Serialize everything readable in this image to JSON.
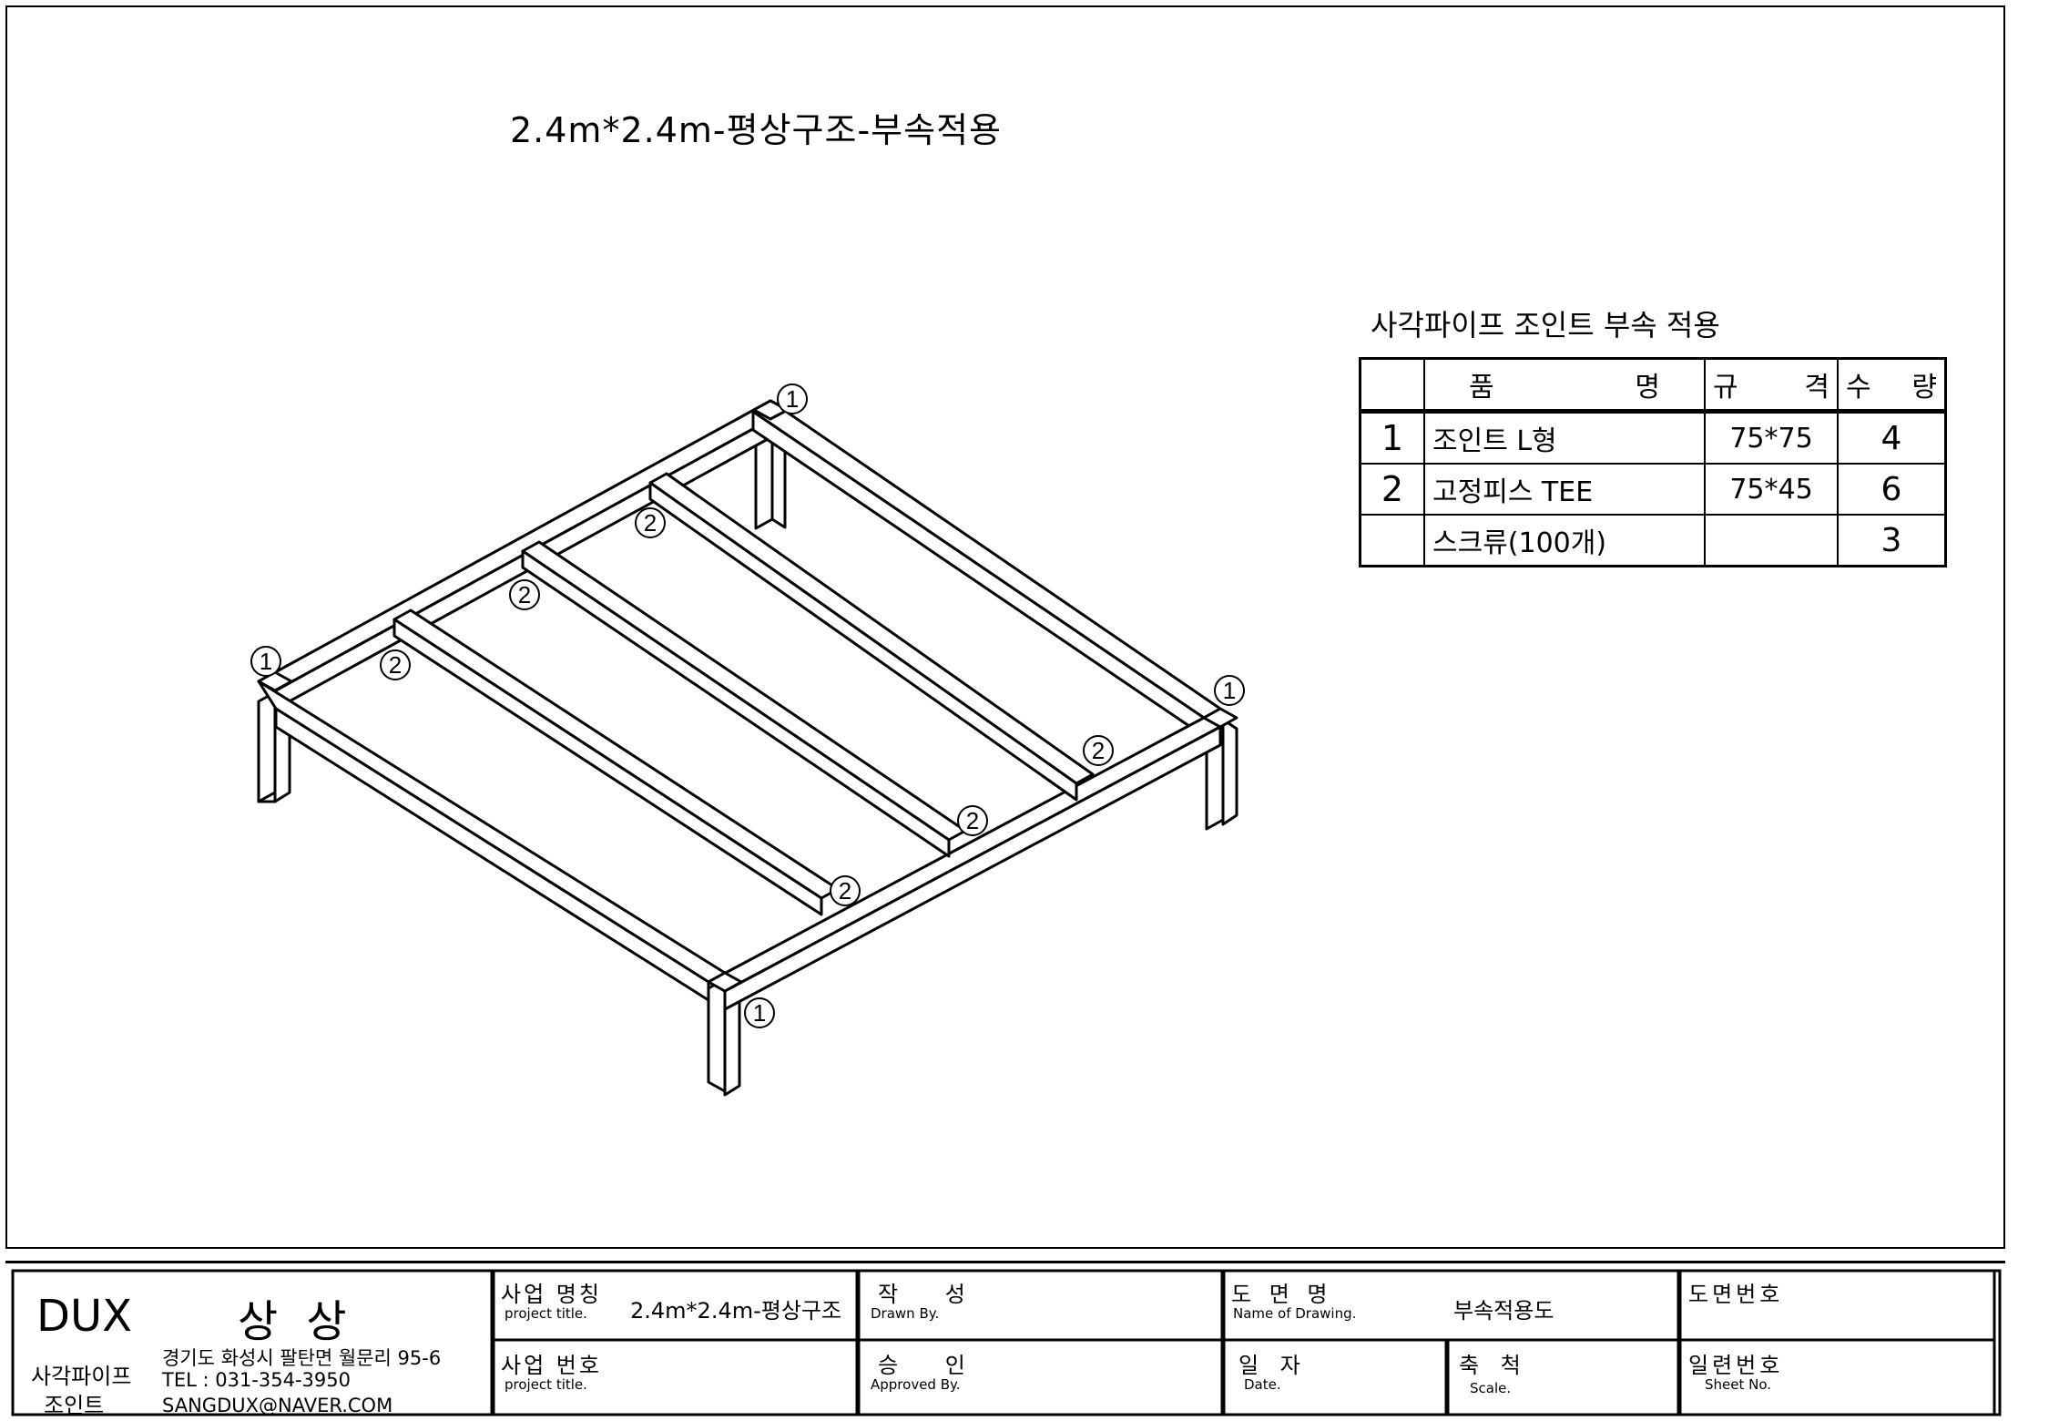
{
  "drawing": {
    "title": "2.4m*2.4m-평상구조-부속적용",
    "callouts": [
      "1",
      "2"
    ]
  },
  "parts_table": {
    "caption": "사각파이프 조인트 부속 적용",
    "headers": {
      "name": [
        "품",
        "명"
      ],
      "spec": [
        "규",
        "격"
      ],
      "qty": [
        "수",
        "량"
      ]
    },
    "rows": [
      {
        "no": "1",
        "name": "조인트 L형",
        "spec": "75*75",
        "qty": "4"
      },
      {
        "no": "2",
        "name": "고정피스 TEE",
        "spec": "75*45",
        "qty": "6"
      },
      {
        "no": "",
        "name": "스크류(100개)",
        "spec": "",
        "qty": "3"
      }
    ]
  },
  "title_block": {
    "company": {
      "brand": "DUX",
      "name": "상 상",
      "product_line1": "사각파이프",
      "product_line2": "조인트",
      "address": "경기도 화성시 팔탄면 월문리 95-6",
      "tel": "TEL : 031-354-3950",
      "email": "SANGDUX@NAVER.COM"
    },
    "project_name": {
      "label": "사업 명칭",
      "sub": "project title.",
      "value": "2.4m*2.4m-평상구조"
    },
    "project_no": {
      "label": "사업 번호",
      "sub": "project title.",
      "value": ""
    },
    "drawn_by": {
      "label": "작 성",
      "sub": "Drawn By."
    },
    "approved_by": {
      "label": "승 인",
      "sub": "Approved By."
    },
    "drawing_name": {
      "label": "도 면 명",
      "sub": "Name of Drawing.",
      "value": "부속적용도"
    },
    "date": {
      "label": "일 자",
      "sub": "Date."
    },
    "scale": {
      "label": "축 척",
      "sub": "Scale."
    },
    "drawing_no": {
      "label": "도면번호"
    },
    "sheet_no": {
      "label": "일련번호",
      "sub": "Sheet No."
    }
  }
}
